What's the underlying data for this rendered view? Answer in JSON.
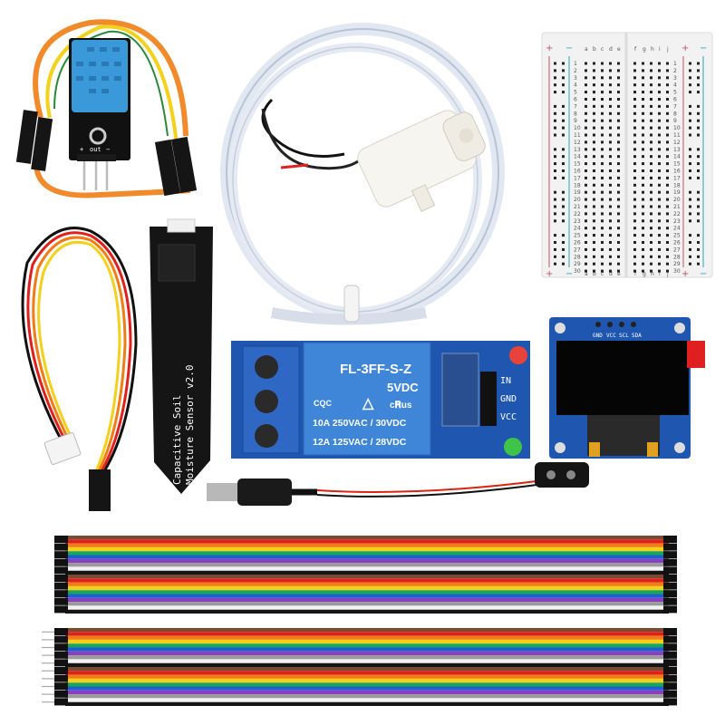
{
  "dht_sensor": {
    "pin_labels": [
      "+",
      "out",
      "−"
    ]
  },
  "soil_sensor": {
    "line1": "Capacitive Soil",
    "line2": "Moisture Sensor v2.0"
  },
  "relay": {
    "model": "FL-3FF-S-Z",
    "voltage": "5VDC",
    "rating1": "10A  250VAC / 30VDC",
    "rating2": "12A  125VAC / 28VDC",
    "cert": "CQC",
    "ul": "c𝐑us",
    "pins": [
      "IN",
      "GND",
      "VCC"
    ]
  },
  "oled": {
    "pins": [
      "GND",
      "VCC",
      "SCL",
      "SDA"
    ]
  },
  "breadboard": {
    "left_columns": [
      "a",
      "b",
      "c",
      "d",
      "e"
    ],
    "right_columns": [
      "f",
      "g",
      "h",
      "i",
      "j"
    ],
    "rows": 30,
    "rail_plus": "+",
    "rail_minus": "−"
  },
  "colors": {
    "pcb_blue": "#1e56b0",
    "relay_blue": "#3f86d8",
    "dht_blue": "#3a9ad9",
    "rail_red": "#c0506a",
    "rail_blue": "#2aa6b8",
    "wire_palette": [
      "#7a4b33",
      "#e0201c",
      "#f07c16",
      "#f3d01b",
      "#1aa55a",
      "#1c5fd0",
      "#8a3fc0",
      "#9a9a9a",
      "#f2f2f2",
      "#151515"
    ]
  }
}
